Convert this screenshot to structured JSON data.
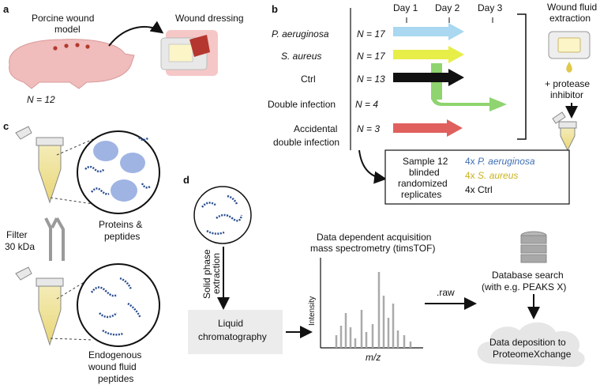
{
  "panels": {
    "a": "a",
    "b": "b",
    "c": "c",
    "d": "d"
  },
  "panel_a": {
    "model_label_1": "Porcine wound",
    "model_label_2": "model",
    "dressing_label": "Wound dressing",
    "n_label": "N = 12"
  },
  "panel_b": {
    "days": [
      "Day 1",
      "Day 2",
      "Day 3"
    ],
    "groups": [
      {
        "label": "P. aeruginosa",
        "n": "N = 17",
        "color": "#a9d8f0"
      },
      {
        "label": "S. aureus",
        "n": "N = 17",
        "color": "#e7ee48"
      },
      {
        "label": "Ctrl",
        "n": "N = 13",
        "color": "#111111"
      },
      {
        "label": "Double infection",
        "n": "N = 4",
        "color": "#8fd46f"
      },
      {
        "label": "Accidental",
        "label2": "double infection",
        "n": "N = 3",
        "color": "#e0605d"
      }
    ],
    "extraction_title_1": "Wound fluid",
    "extraction_title_2": "extraction",
    "protease_1": "+ protease",
    "protease_2": "inhibitor",
    "sample_box": {
      "line1": "Sample 12",
      "line2": "blinded",
      "line3": "randomized",
      "line4": "replicates",
      "pa_count": "4x",
      "pa_name": "P. aeruginosa",
      "sa_count": "4x",
      "sa_name": "S. aureus",
      "ctrl": "4x Ctrl"
    },
    "colors": {
      "pa_text": "#3f6fb4",
      "sa_text": "#c9b21a"
    }
  },
  "panel_c": {
    "proteins_1": "Proteins &",
    "proteins_2": "peptides",
    "filter_1": "Filter",
    "filter_2": "30 kDa",
    "endo_1": "Endogenous",
    "endo_2": "wound fluid",
    "endo_3": "peptides"
  },
  "panel_d": {
    "spe_1": "Solid phase",
    "spe_2": "extraction",
    "lc_1": "Liquid",
    "lc_2": "chromatography",
    "dda_1": "Data dependent acquisition",
    "dda_2": "mass spectrometry (timsTOF)",
    "y_axis": "Intensity",
    "x_axis": "m/z",
    "raw": ".raw",
    "db_1": "Database search",
    "db_2": "(with e.g. PEAKS X)",
    "dep_1": "Data deposition to",
    "dep_2": "ProteomeXchange"
  }
}
